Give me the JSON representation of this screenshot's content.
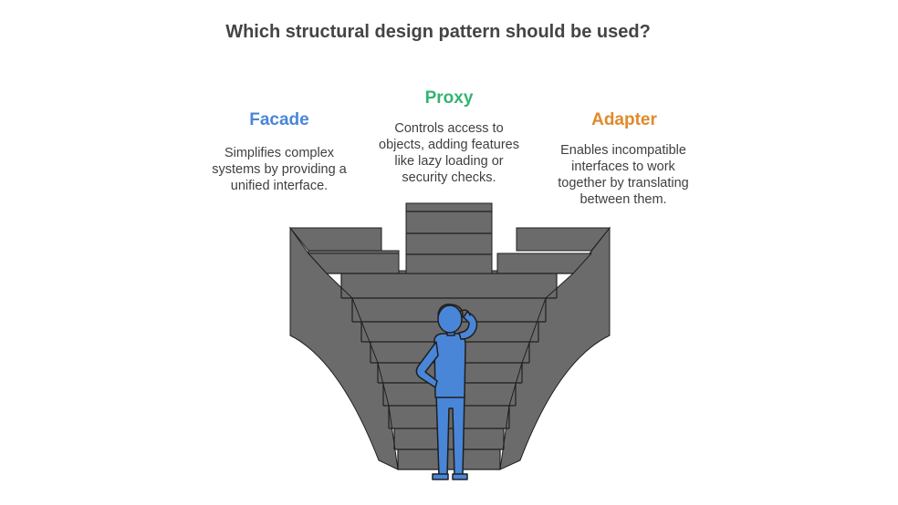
{
  "title": "Which structural design pattern should be used?",
  "colors": {
    "title": "#444444",
    "text": "#3f3f3f",
    "facade": "#4a86d8",
    "proxy": "#35b374",
    "adapter": "#e08a2a",
    "stairs": "#6b6b6b",
    "figure": "#4a86d8",
    "outline": "#1f1f1f"
  },
  "options": [
    {
      "id": "facade",
      "heading": "Facade",
      "lines": [
        "Simplifies complex",
        "systems by providing a",
        "unified interface."
      ]
    },
    {
      "id": "proxy",
      "heading": "Proxy",
      "lines": [
        "Controls access to",
        "objects, adding features",
        "like lazy loading or",
        "security checks."
      ]
    },
    {
      "id": "adapter",
      "heading": "Adapter",
      "lines": [
        "Enables incompatible",
        "interfaces to work",
        "together by translating",
        "between them."
      ]
    }
  ],
  "illustration": {
    "figure_icon": "person-scratching-head-icon",
    "stairs_icon": "funnel-stairs-icon"
  }
}
